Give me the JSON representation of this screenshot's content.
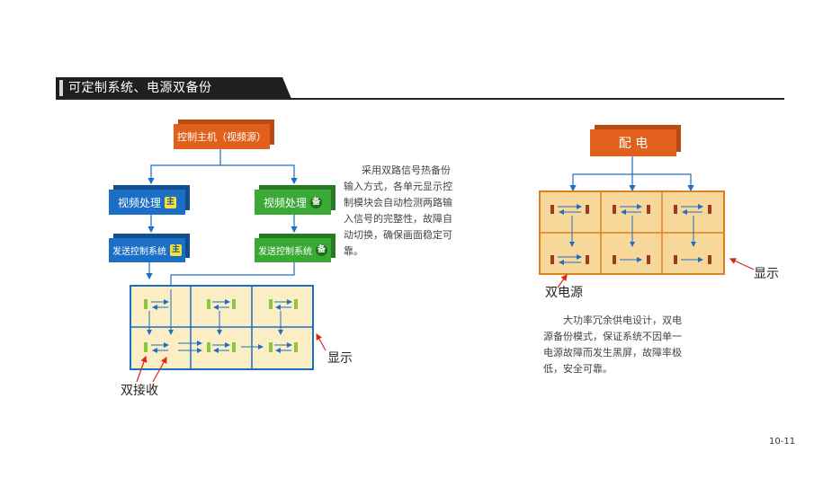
{
  "section_title": "可定制系统、电源双备份",
  "left": {
    "host_box": "控制主机（视频源）",
    "video_main": "视频处理",
    "video_backup": "视频处理",
    "send_main": "发送控制系统",
    "send_backup": "发送控制系统",
    "badge_main": "主",
    "badge_backup": "备",
    "label_display": "显示",
    "label_dual_receive": "双接收",
    "paragraph": [
      "采用双路信号热备份",
      "输入方式，各单元显示控",
      "制模块会自动检测两路输",
      "入信号的完整性，故障自",
      "动切换，确保画面稳定可",
      "靠。"
    ]
  },
  "right": {
    "power_box": "配 电",
    "label_dual_power": "双电源",
    "label_display": "显示",
    "paragraph": [
      "大功率冗余供电设计，双电",
      "源备份模式，保证系统不因单一",
      "电源故障而发生黑屏，故障率极",
      "低，安全可靠。"
    ]
  },
  "page_number": "10-11",
  "colors": {
    "orange": "#e0601c",
    "blue": "#1c6fc4",
    "green": "#3aa935",
    "cell": "#fbeec4",
    "power_cell": "#f8d79a",
    "red_arrow": "#d9261c"
  }
}
